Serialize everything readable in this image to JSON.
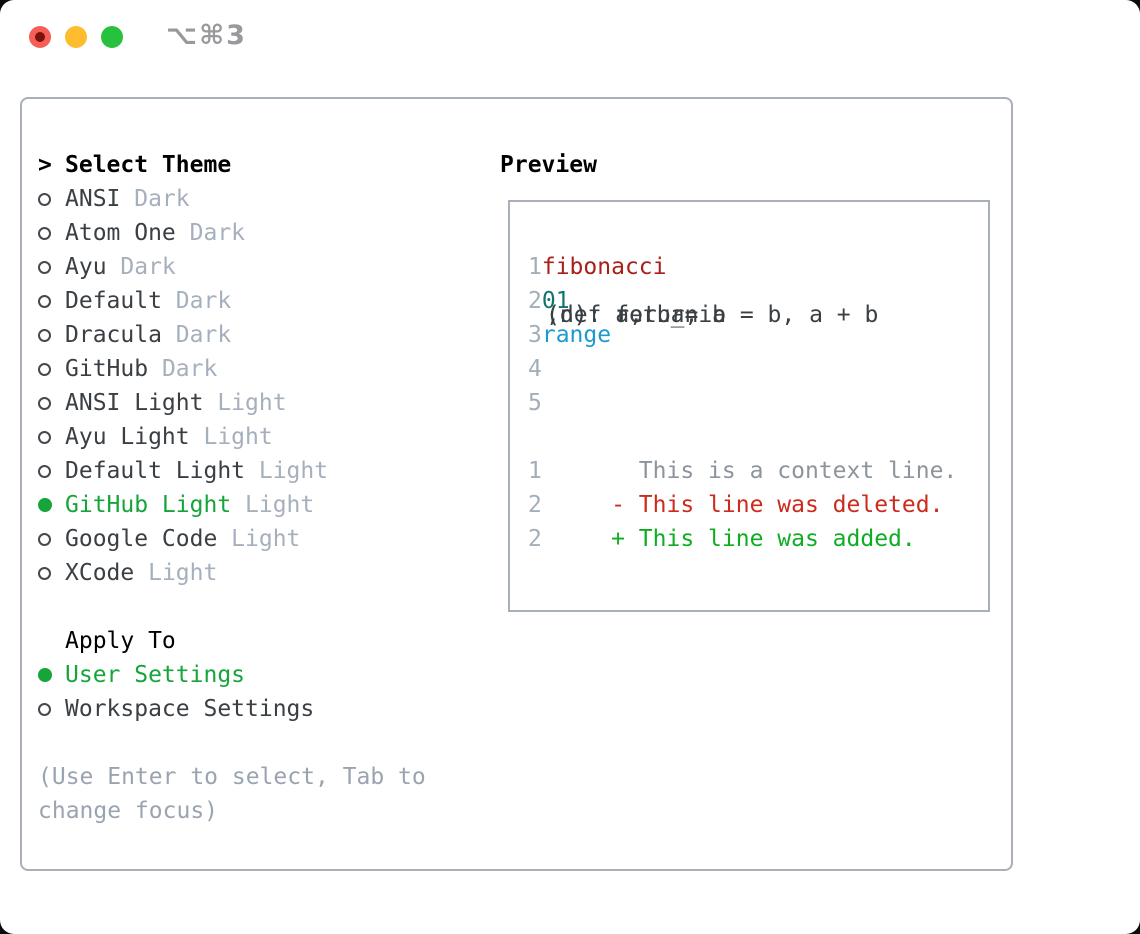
{
  "titlebar": {
    "title": "⌥⌘3",
    "buttons": [
      "close",
      "minimize",
      "zoom"
    ]
  },
  "theme_panel": {
    "header": {
      "prompt": ">",
      "label": "Select Theme"
    },
    "themes": [
      {
        "name": "ANSI",
        "variant": "Dark",
        "selected": false
      },
      {
        "name": "Atom One",
        "variant": "Dark",
        "selected": false
      },
      {
        "name": "Ayu",
        "variant": "Dark",
        "selected": false
      },
      {
        "name": "Default",
        "variant": "Dark",
        "selected": false
      },
      {
        "name": "Dracula",
        "variant": "Dark",
        "selected": false
      },
      {
        "name": "GitHub",
        "variant": "Dark",
        "selected": false
      },
      {
        "name": "ANSI Light",
        "variant": "Light",
        "selected": false
      },
      {
        "name": "Ayu Light",
        "variant": "Light",
        "selected": false
      },
      {
        "name": "Default Light",
        "variant": "Light",
        "selected": false
      },
      {
        "name": "GitHub Light",
        "variant": "Light",
        "selected": true
      },
      {
        "name": "Google Code",
        "variant": "Light",
        "selected": false
      },
      {
        "name": "XCode",
        "variant": "Light",
        "selected": false
      }
    ],
    "apply_to": {
      "label": "Apply To",
      "options": [
        {
          "name": "User Settings",
          "selected": true
        },
        {
          "name": "Workspace Settings",
          "selected": false
        }
      ]
    },
    "help_lines": [
      "(Use Enter to select, Tab to",
      "change focus)"
    ]
  },
  "preview": {
    "label": "Preview",
    "lines": [
      {
        "tokens": [
          {
            "t": "1",
            "c": "ln"
          },
          {
            "t": " def ",
            "c": "code"
          },
          {
            "t": "fibonacci",
            "c": "func"
          },
          {
            "t": "(n):",
            "c": "code"
          }
        ]
      },
      {
        "tokens": [
          {
            "t": "2",
            "c": "ln"
          },
          {
            "t": "     a, b = ",
            "c": "code"
          },
          {
            "t": "0",
            "c": "num"
          },
          {
            "t": ", ",
            "c": "code"
          },
          {
            "t": "1",
            "c": "num"
          }
        ]
      },
      {
        "tokens": [
          {
            "t": "3",
            "c": "ln"
          },
          {
            "t": "     for _ in ",
            "c": "code"
          },
          {
            "t": "range",
            "c": "builtin"
          },
          {
            "t": "(n):",
            "c": "code"
          }
        ]
      },
      {
        "tokens": [
          {
            "t": "4",
            "c": "ln"
          },
          {
            "t": "         a, b = b, a + b",
            "c": "code"
          }
        ]
      },
      {
        "tokens": [
          {
            "t": "5",
            "c": "ln"
          },
          {
            "t": "     return a",
            "c": "code"
          }
        ]
      },
      {
        "tokens": []
      },
      {
        "tokens": [
          {
            "t": "1",
            "c": "ln"
          },
          {
            "t": "       This is a context line.",
            "c": "ctx"
          }
        ]
      },
      {
        "tokens": [
          {
            "t": "2",
            "c": "ln"
          },
          {
            "t": "     - This line was deleted.",
            "c": "del"
          }
        ]
      },
      {
        "tokens": [
          {
            "t": "2",
            "c": "ln"
          },
          {
            "t": "     + This line was added.",
            "c": "add"
          }
        ]
      }
    ]
  },
  "colors": {
    "outside_bg": "#0c0c0c",
    "window_bg": "#ffffff",
    "border": "#a9b0ba",
    "black_text": "#000000",
    "dark_text": "#3a3f44",
    "muted": "#a6b0bd",
    "help_gray": "#9aa4b1",
    "ctx_gray": "#8d949c",
    "line_number": "#a3aeb9",
    "accent_green": "#16a53a",
    "add_green": "#0fae22",
    "del_red": "#cc2b1c",
    "func_red": "#a82019",
    "builtin_blue": "#1b9ad2",
    "num_teal": "#0f766e",
    "bullet_stroke": "#45494e",
    "title_gray": "#97999c",
    "traffic_red": "#f65f57",
    "traffic_red_dot": "#7c100c",
    "traffic_yellow": "#fdbd2e",
    "traffic_green": "#27c23d"
  }
}
